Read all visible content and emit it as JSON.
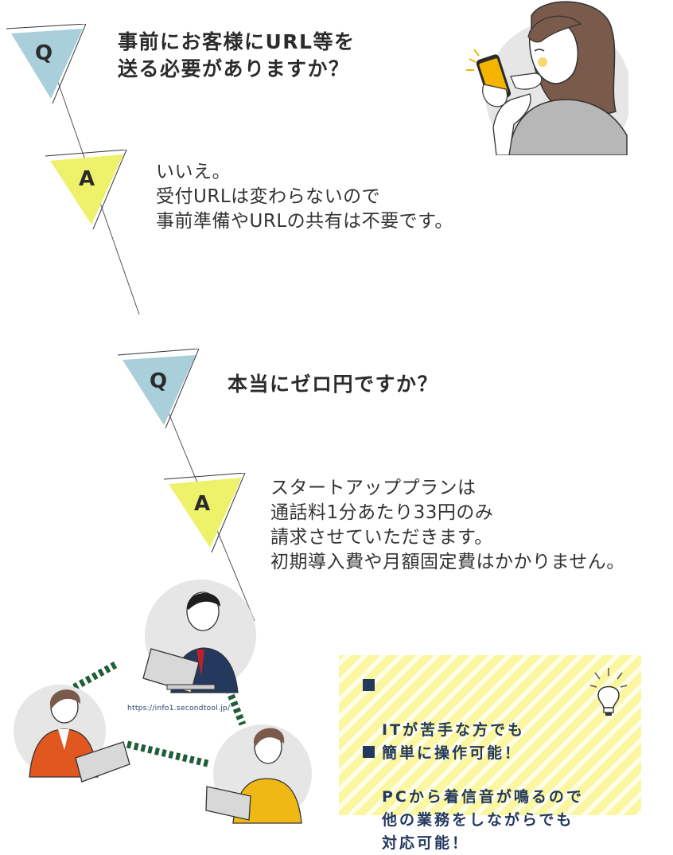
{
  "qa": [
    {
      "q_mark": "Q",
      "question": "事前にお客様にURL等を\n送る必要がありますか？",
      "a_mark": "A",
      "answer": "いいえ。\n受付URLは変わらないので\n事前準備やURLの共有は不要です。"
    },
    {
      "q_mark": "Q",
      "question": "本当にゼロ円ですか？",
      "a_mark": "A",
      "answer": "スタートアッププランは\n通話料1分あたり33円のみ\n請求させていただきます。\n初期導入費や月額固定費はかかりません。"
    }
  ],
  "network": {
    "url": "https://info1.secondtool.jp/"
  },
  "note": {
    "items": [
      "ITが苦手な方でも\n簡単に操作可能！",
      "PCから着信音が鳴るので\n他の業務をしながらでも\n対応可能！"
    ],
    "icon": "lightbulb-icon"
  },
  "colors": {
    "q_badge": "#a9cfdb",
    "a_badge": "#eef26a",
    "note_bg": "#fbf6a0",
    "note_text": "#23395d",
    "dash_line": "#1f5e38"
  }
}
